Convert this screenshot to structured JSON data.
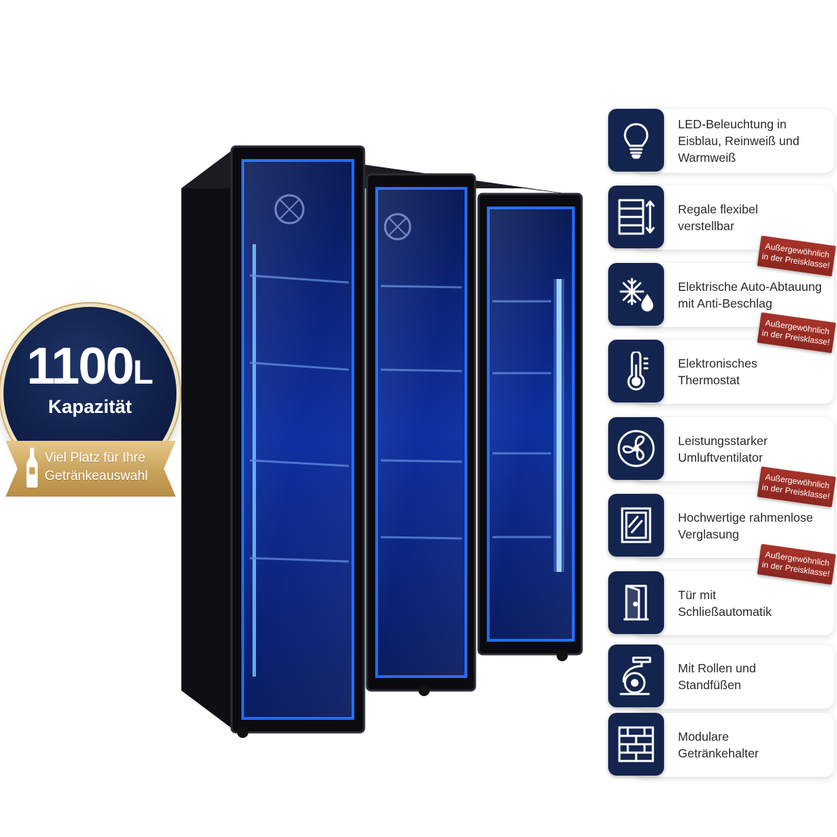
{
  "capacity": {
    "value": "1100",
    "unit": "L",
    "label": "Kapazität",
    "ribbon_line1": "Viel Platz für Ihre",
    "ribbon_line2": "Getränkeauswahl",
    "ribbon_icon": "bottle-icon"
  },
  "colors": {
    "navy": "#13244f",
    "gold": "#c9a25a",
    "stamp_red": "#a7342a",
    "led_blue": "#1f6bff"
  },
  "features": [
    {
      "icon": "light-bulb-icon",
      "line1": "LED-Beleuchtung in",
      "line2": "Eisblau, Reinweiß und",
      "line3": "Warmweiß",
      "stamp": false
    },
    {
      "icon": "shelf-adjust-icon",
      "line1": "Regale flexibel",
      "line2": "verstellbar",
      "line3": "",
      "stamp": false
    },
    {
      "icon": "snowflake-drop-icon",
      "line1": "Elektrische Auto-Abtauung",
      "line2": "mit Anti-Beschlag",
      "line3": "",
      "stamp": true
    },
    {
      "icon": "thermometer-icon",
      "line1": "Elektronisches",
      "line2": "Thermostat",
      "line3": "",
      "stamp": true
    },
    {
      "icon": "fan-icon",
      "line1": "Leistungsstarker",
      "line2": "Umluftventilator",
      "line3": "",
      "stamp": false
    },
    {
      "icon": "glass-frame-icon",
      "line1": "Hochwertige rahmenlose",
      "line2": "Verglasung",
      "line3": "",
      "stamp": true
    },
    {
      "icon": "door-icon",
      "line1": "Tür mit",
      "line2": "Schließautomatik",
      "line3": "",
      "stamp": true
    },
    {
      "icon": "caster-wheel-icon",
      "line1": "Mit Rollen und",
      "line2": "Standfüßen",
      "line3": "",
      "stamp": false
    },
    {
      "icon": "bottle-rack-icon",
      "line1": "Modulare",
      "line2": "Getränkehalter",
      "line3": "",
      "stamp": false
    }
  ],
  "stamp": {
    "line1": "Außergewöhnlich",
    "line2": "in der Preisklasse!"
  }
}
